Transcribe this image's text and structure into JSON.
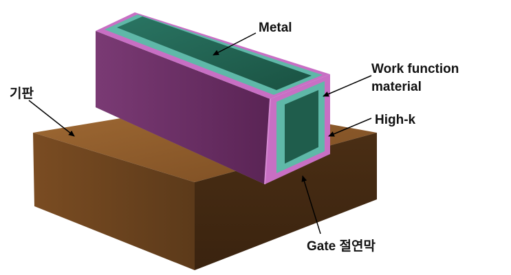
{
  "labels": {
    "metal": "Metal",
    "work_function_line1": "Work function",
    "work_function_line2": "material",
    "high_k": "High-k",
    "substrate": "기판",
    "gate_insulator": "Gate 절연막"
  },
  "colors": {
    "substrate_top": "#8b5a2b",
    "substrate_front": "#6b4420",
    "substrate_side": "#4e3016",
    "gate_insulator": "#8a8f95",
    "high_k": "#c86fc4",
    "high_k_side": "#6a2c66",
    "work_function": "#5fb8a8",
    "metal": "#1f5d4c",
    "arrow": "#000000"
  }
}
